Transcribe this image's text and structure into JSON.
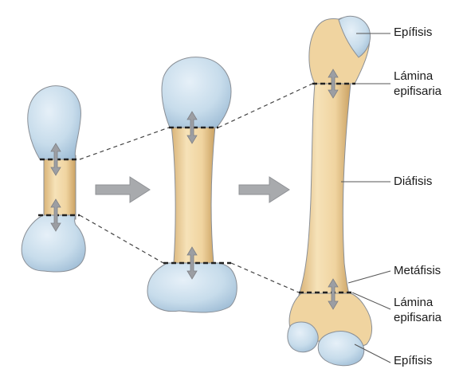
{
  "labels": {
    "epiphysis_top": "Epífisis",
    "growth_plate_top": [
      "Lámina",
      "epifisaria"
    ],
    "diaphysis": "Diáfisis",
    "metaphysis": "Metáfisis",
    "growth_plate_bottom": [
      "Lámina",
      "epifisaria"
    ],
    "epiphysis_bottom": "Epífisis"
  },
  "colors": {
    "bone_shaft": "#f2d9a8",
    "bone_shaft_shade": "#d9b377",
    "cartilage": "#c7dceb",
    "cartilage_shade": "#a9c6dd",
    "outline": "#8a8f96",
    "growth_arrow": "#9c9ea3",
    "stage_arrow": "#a8aaad",
    "dashed": "#444444"
  },
  "icons": [
    "growth-arrow-icon",
    "stage-arrow-icon"
  ]
}
